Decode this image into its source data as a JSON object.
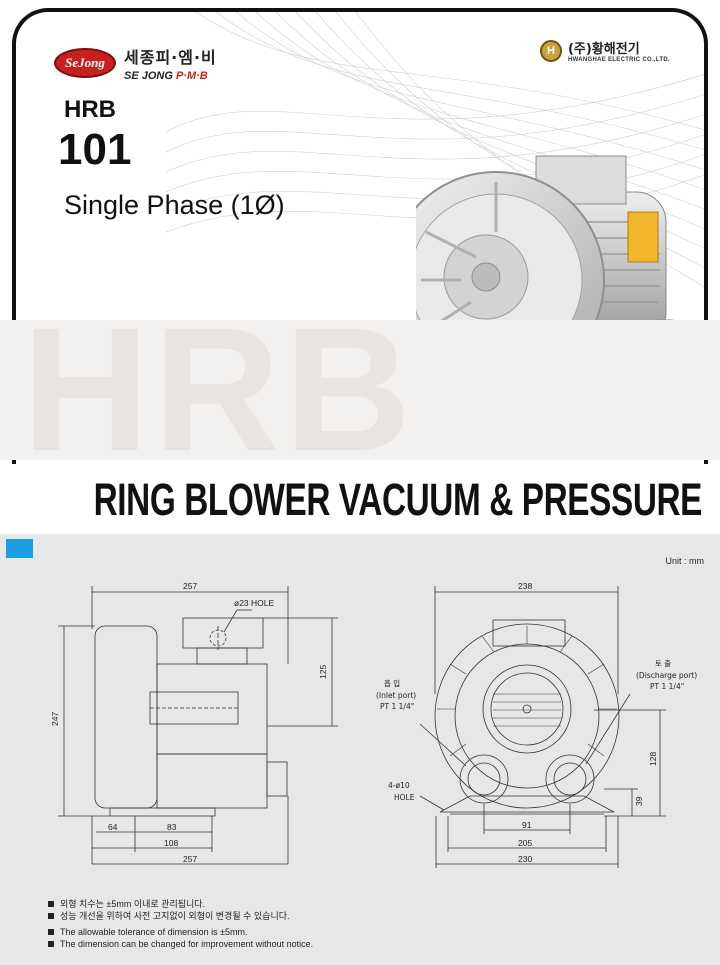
{
  "brand": {
    "logo_mark": "SeJong",
    "name_kr": "세종피·엠·비",
    "name_en_prefix": "SE JONG ",
    "name_en_suffix": "P·M·B"
  },
  "partner": {
    "name_kr": "(주)황해전기",
    "name_en": "HWANGHAE ELECTRIC CO.,LTD."
  },
  "product": {
    "series": "HRB",
    "model": "101",
    "phase": "Single Phase (1Ø)",
    "watermark": "HRB"
  },
  "banner_title": "RING BLOWER VACUUM & PRESSURE",
  "drawing": {
    "unit": "Unit : mm",
    "side": {
      "total_width_top": "257",
      "hole_label": "ø23 HOLE",
      "height_right": "125",
      "height_left": "247",
      "dim_64": "64",
      "dim_83": "83",
      "dim_108": "108",
      "total_width_bottom": "257"
    },
    "front": {
      "width_top": "238",
      "inlet_kr": "흡 입",
      "inlet_en": "(Inlet port)",
      "inlet_size": "PT 1 1/4\"",
      "discharge_kr": "토 출",
      "discharge_en": "(Discharge port)",
      "discharge_size": "PT 1 1/4\"",
      "holes": "4-ø10",
      "holes_word": "HOLE",
      "dim_128": "128",
      "dim_39": "39",
      "dim_91": "91",
      "dim_205": "205",
      "dim_230": "230"
    }
  },
  "notes": [
    [
      "외형 치수는 ±5mm 이내로 관리됩니다.",
      "성능 개선을 위하여 사전 고지없이 외형이 변경될 수 있습니다."
    ],
    [
      "The allowable tolerance of dimension is ±5mm.",
      "The dimension can be changed  for improvement without notice."
    ]
  ]
}
